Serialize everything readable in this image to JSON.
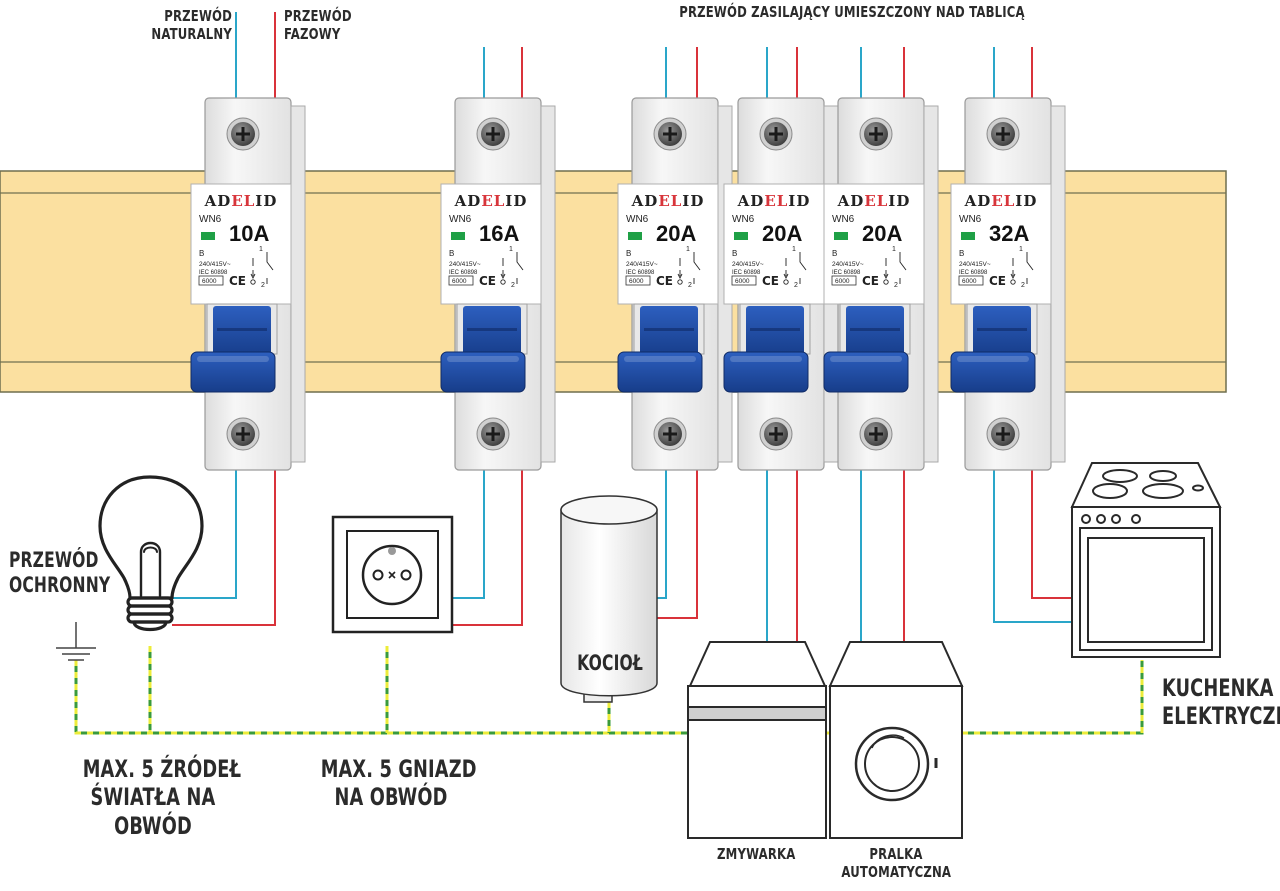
{
  "labels": {
    "supply_cable": "PRZEWÓD ZASILAJĄCY UMIESZCZONY NAD TABLICĄ",
    "neutral_wire": [
      "PRZEWÓD",
      "NATURALNY"
    ],
    "phase_wire": [
      "PRZEWÓD",
      "FAZOWY"
    ],
    "protective_wire": [
      "PRZEWÓD",
      "OCHRONNY"
    ],
    "lighting_note": [
      "MAX. 5 ŹRÓDEŁ",
      "ŚWIATŁA NA",
      "OBWÓD"
    ],
    "socket_note": [
      "MAX. 5 GNIAZD",
      "NA OBWÓD"
    ],
    "boiler": "KOCIOŁ",
    "dishwasher": "ZMYWARKA",
    "washing_machine": [
      "PRALKA",
      "AUTOMATYCZNA"
    ],
    "stove": [
      "KUCHENKA",
      "ELEKTRYCZNA"
    ]
  },
  "breakers": [
    {
      "brand": "ADELID",
      "model": "WN6",
      "rating": "10A",
      "curve": "B",
      "voltage": "240/415V~",
      "standard": "IEC 60898",
      "capacity": "6000",
      "terminal_top": "1",
      "terminal_bottom": "2"
    },
    {
      "brand": "ADELID",
      "model": "WN6",
      "rating": "16A",
      "curve": "B",
      "voltage": "240/415V~",
      "standard": "IEC 60898",
      "capacity": "6000",
      "terminal_top": "1",
      "terminal_bottom": "2"
    },
    {
      "brand": "ADELID",
      "model": "WN6",
      "rating": "20A",
      "curve": "B",
      "voltage": "240/415V~",
      "standard": "IEC 60898",
      "capacity": "6000",
      "terminal_top": "1",
      "terminal_bottom": "2"
    },
    {
      "brand": "ADELID",
      "model": "WN6",
      "rating": "20A",
      "curve": "B",
      "voltage": "240/415V~",
      "standard": "IEC 60898",
      "capacity": "6000",
      "terminal_top": "1",
      "terminal_bottom": "2"
    },
    {
      "brand": "ADELID",
      "model": "WN6",
      "rating": "20A",
      "curve": "B",
      "voltage": "240/415V~",
      "standard": "IEC 60898",
      "capacity": "6000",
      "terminal_top": "1",
      "terminal_bottom": "2"
    },
    {
      "brand": "ADELID",
      "model": "WN6",
      "rating": "32A",
      "curve": "B",
      "voltage": "240/415V~",
      "standard": "IEC 60898",
      "capacity": "6000",
      "terminal_top": "1",
      "terminal_bottom": "2"
    }
  ],
  "colors": {
    "neutral": "#2aa6c9",
    "phase": "#d9323a",
    "pe_green": "#3a9a3a",
    "pe_yellow": "#ecec3a",
    "din_rail": "#fbe0a0",
    "lever": "#1f4fa8",
    "brand_accent": "#d8353b",
    "indicator": "#1fa046"
  }
}
